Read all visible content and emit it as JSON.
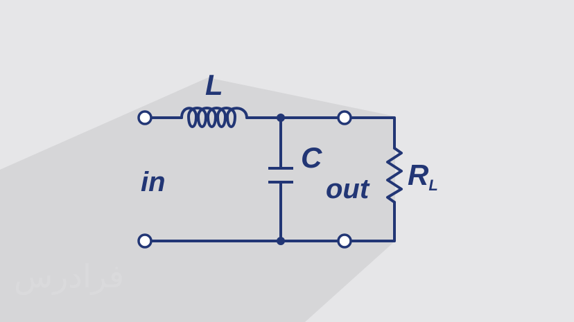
{
  "labels": {
    "inductor": "L",
    "capacitor": "C",
    "input": "in",
    "output": "out",
    "resistor_main": "R",
    "resistor_sub": "L"
  },
  "watermark": "فرادرس",
  "colors": {
    "background": "#e6e6e8",
    "shadow": "#d6d6d8",
    "circuit": "#223675"
  }
}
